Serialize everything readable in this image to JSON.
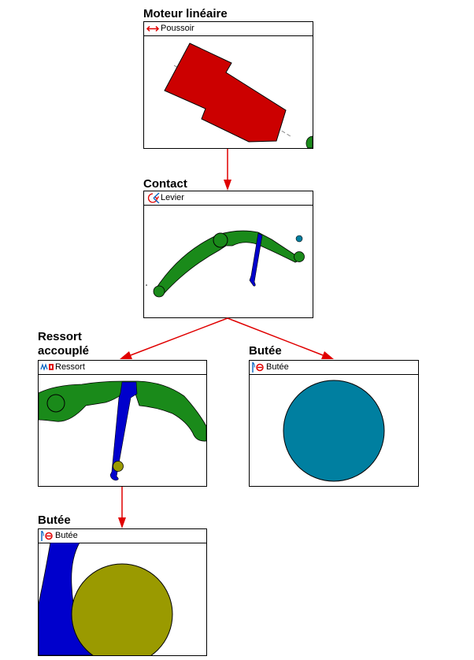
{
  "nodes": {
    "moteur": {
      "title": "Moteur linéaire",
      "label": "Poussoir",
      "icon": "double-arrow-icon"
    },
    "contact": {
      "title": "Contact",
      "label": "Levier",
      "icon": "rotation-icon"
    },
    "ressort": {
      "title_line1": "Ressort",
      "title_line2": "accouplé",
      "label": "Ressort",
      "icon": "spring-icon"
    },
    "butee1": {
      "title": "Butée",
      "label": "Butée",
      "icon": "stop-icon"
    },
    "butee2": {
      "title": "Butée",
      "label": "Butée",
      "icon": "stop-icon"
    }
  },
  "colors": {
    "arrow": "#e00000",
    "motor": "#cc0000",
    "lever": "#1a8a1a",
    "spring": "#0000cc",
    "teal": "#007fa0",
    "olive": "#9a9a00"
  }
}
